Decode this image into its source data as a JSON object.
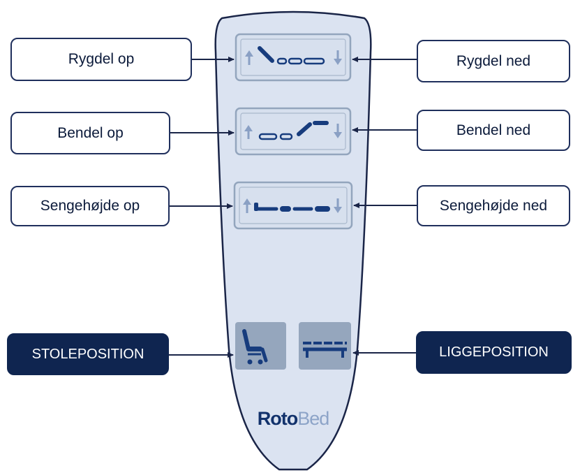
{
  "callouts": {
    "back_up": "Rygdel op",
    "back_down": "Rygdel ned",
    "leg_up": "Bendel op",
    "leg_down": "Bendel ned",
    "height_up": "Sengehøjde op",
    "height_down": "Sengehøjde ned",
    "chair_position": "STOLEPOSITION",
    "lying_position": "LIGGEPOSITION"
  },
  "brand": {
    "roto": "Roto",
    "bed": "Bed"
  },
  "colors": {
    "remote_body": "#dbe3f1",
    "remote_outline": "#1a2548",
    "button_border": "#93a5bd",
    "icon_blue": "#173c7d",
    "arrow_light": "#8aa0c4",
    "preset_button": "#95a6bd",
    "callout_border": "#1f2f5c",
    "dark_callout": "#0f2550"
  },
  "icons": {
    "back_button": "backrest-raise-icon",
    "leg_button": "legrest-raise-icon",
    "height_button": "bed-height-icon",
    "chair_button": "chair-position-icon",
    "lying_button": "flat-bed-icon"
  }
}
